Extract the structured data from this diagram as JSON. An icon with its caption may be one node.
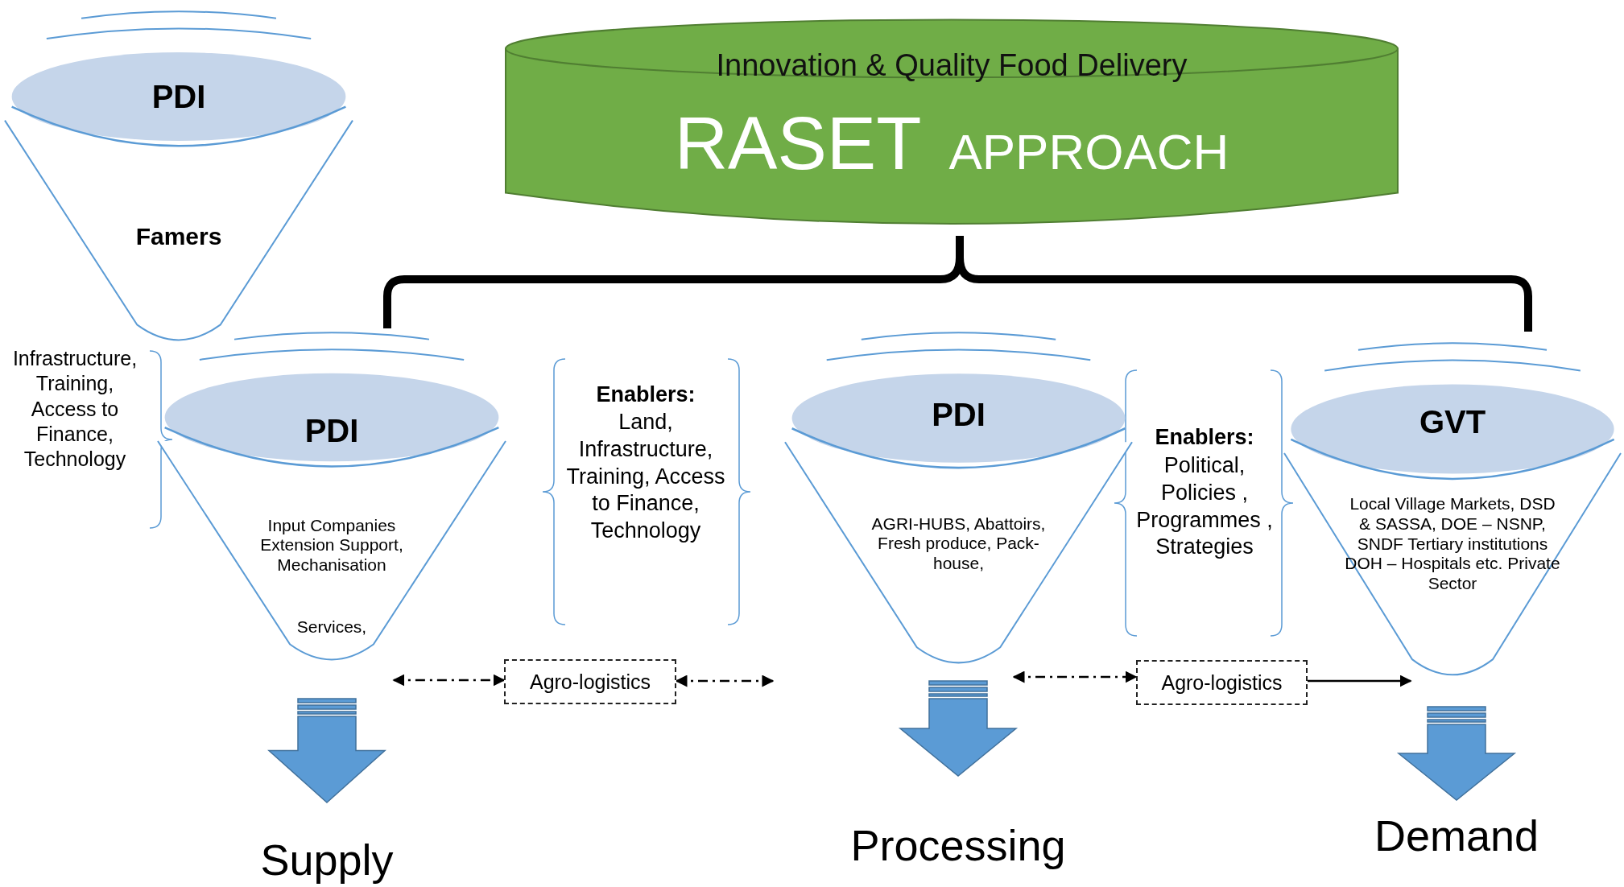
{
  "diagram": {
    "nodes": [
      {
        "text": [
          "Innovation & Quality Food Delivery",
          "RASET",
          "APPROACH"
        ]
      },
      {
        "text": [
          "PDI",
          "Famers"
        ]
      },
      {
        "text": [
          "PDI",
          "Input Companies Extension Support, Mechanisation",
          "Services,"
        ]
      },
      {
        "text": [
          "PDI",
          "AGRI-HUBS, Abattoirs, Fresh produce, Pack-house,"
        ]
      },
      {
        "text": [
          "GVT",
          "Local Village Markets, DSD & SASSA, DOE – NSNP, SNDF Tertiary institutions DOH – Hospitals etc. Private Sector"
        ]
      },
      {
        "text": [
          "Agro-logistics"
        ]
      },
      {
        "text": [
          "Agro-logistics"
        ]
      },
      {
        "text": [
          "Supply"
        ]
      },
      {
        "text": [
          "Processing"
        ]
      },
      {
        "text": [
          "Demand"
        ]
      }
    ],
    "edges": [
      {
        "from": 2,
        "to": 5,
        "arrow": "both",
        "style": "dashed"
      },
      {
        "from": 5,
        "to": 3,
        "arrow": "both",
        "style": "dashed"
      },
      {
        "from": 3,
        "to": 6,
        "arrow": "both",
        "style": "dashed"
      },
      {
        "from": 6,
        "to": 4,
        "arrow": "to"
      },
      {
        "from": 2,
        "to": 7,
        "arrow": "to",
        "style": "thick",
        "color": "#5b9bd5"
      },
      {
        "from": 3,
        "to": 8,
        "arrow": "to",
        "style": "thick",
        "color": "#5b9bd5"
      },
      {
        "from": 4,
        "to": 9,
        "arrow": "to",
        "style": "thick",
        "color": "#5b9bd5"
      }
    ],
    "labels": [
      "Infrastructure, Training, Access to Finance, Technology",
      "Enablers:",
      "Land, Infrastructure, Training, Access to Finance, Technology",
      "Enablers:",
      "Political, Policies , Programmes , Strategies"
    ]
  }
}
